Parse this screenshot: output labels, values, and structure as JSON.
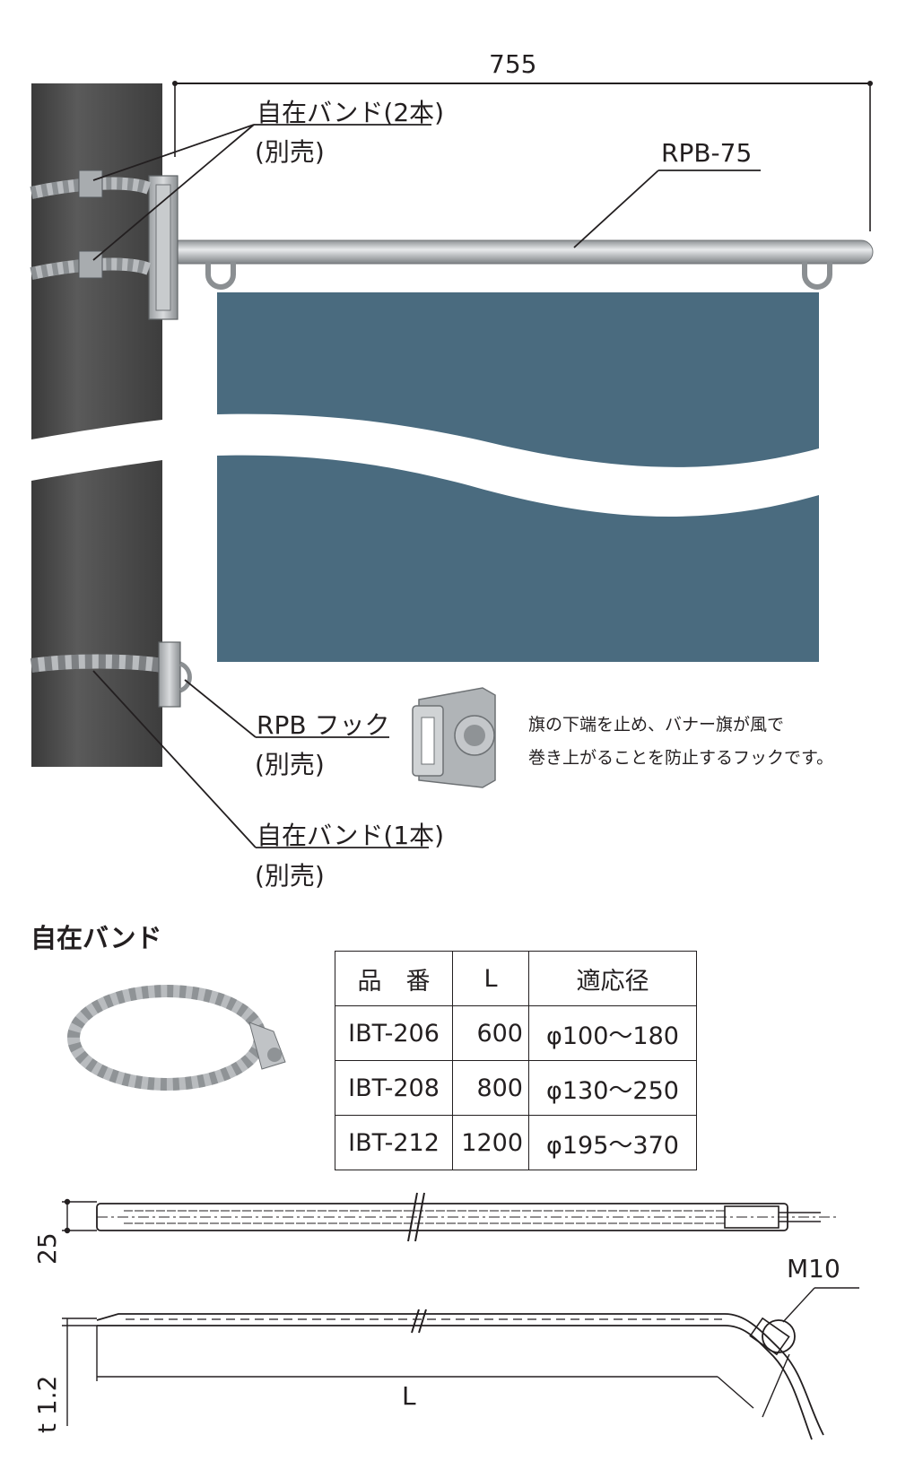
{
  "diagram": {
    "dimension_width": "755",
    "arm_model": "RPB-75",
    "band_two": {
      "name": "自在バンド(2本)",
      "note": "(別売)"
    },
    "hook": {
      "name": "RPB フック",
      "note": "(別売)"
    },
    "band_one": {
      "name": "自在バンド(1本)",
      "note": "(別売)"
    },
    "hook_description": [
      "旗の下端を止め、バナー旗が風で",
      "巻き上がることを防止するフックです。"
    ]
  },
  "band_section": {
    "title": "自在バンド",
    "table": {
      "headers": [
        "品　番",
        "L",
        "適応径"
      ],
      "rows": [
        [
          "IBT-206",
          "600",
          "φ100〜180"
        ],
        [
          "IBT-208",
          "800",
          "φ130〜250"
        ],
        [
          "IBT-212",
          "1200",
          "φ195〜370"
        ]
      ]
    },
    "drawing": {
      "width_dim": "25",
      "thickness_dim": "t 1.2",
      "length_dim": "L",
      "bolt": "M10"
    }
  },
  "colors": {
    "pole": "#4b4b4b",
    "banner": "#4a6b7f",
    "metal": "#b9bcbf",
    "line": "#231f20"
  }
}
